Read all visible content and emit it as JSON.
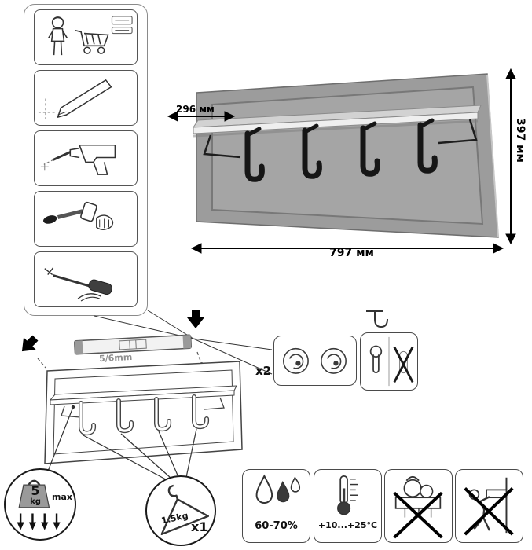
{
  "dimensions": {
    "depth": "296 мм",
    "height": "397 мм",
    "width": "797 мм"
  },
  "mounting": {
    "drill_size": "5/6mm",
    "fastener_count": "x2"
  },
  "load_limits": {
    "total_value": "5",
    "total_unit": "kg",
    "total_qualifier": "max",
    "hook_limit": "1.5kg",
    "hook_multiplier": "x1"
  },
  "environment": {
    "humidity_range": "60-70%",
    "temperature_range": "+10...+25°C"
  },
  "icons": {
    "steps": [
      "person-with-cart-and-parts",
      "pencil-marking",
      "drill",
      "wall-plug-insert",
      "screwdriver"
    ],
    "warnings": [
      "max-weight-5kg",
      "hanger-load-limit",
      "humidity",
      "temperature",
      "no-heavy-load",
      "no-hanging-on-furniture"
    ]
  }
}
